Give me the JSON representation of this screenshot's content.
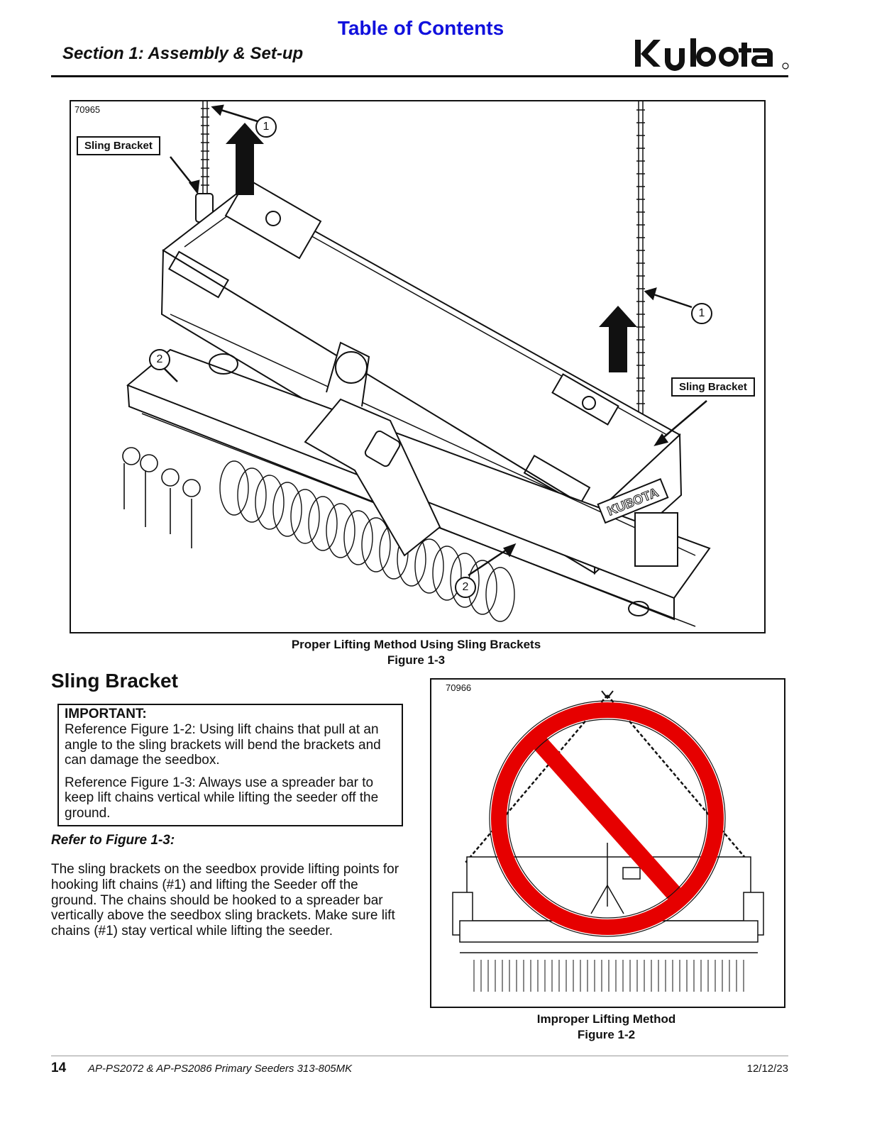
{
  "header": {
    "toc_link": "Table of Contents",
    "section_title": "Section 1: Assembly & Set-up",
    "brand": "Kubota"
  },
  "figure_top": {
    "number": "70965",
    "labels": {
      "sling_bracket_left": "Sling Bracket",
      "sling_bracket_right": "Sling Bracket"
    },
    "callouts": [
      "1",
      "1",
      "2",
      "2"
    ],
    "machine_brand_text": "KUBOTA",
    "caption_line1": "Proper Lifting Method Using Sling Brackets",
    "caption_line2": "Figure 1-3"
  },
  "section": {
    "heading": "Sling Bracket",
    "important_label": "IMPORTANT:",
    "important_p1": "Reference Figure 1-2: Using lift chains that pull at an angle to the sling brackets will bend the brackets and can damage the seedbox.",
    "important_p2": "Reference Figure 1-3: Always use a spreader bar to keep lift chains vertical while lifting the seeder off the ground.",
    "refer": "Refer to Figure 1-3:",
    "body": "The sling brackets on the seedbox provide lifting points for hooking lift chains (#1) and lifting the Seeder off the ground. The chains should be hooked to a spreader bar vertically above the seedbox sling brackets. Make sure lift chains (#1) stay vertical while lifting the seeder."
  },
  "figure_bottom": {
    "number": "70966",
    "caption_line1": "Improper Lifting Method",
    "caption_line2": "Figure 1-2",
    "prohibition_color": "#e60000"
  },
  "footer": {
    "page": "14",
    "doc_title": "AP-PS2072 & AP-PS2086 Primary Seeders 313-805MK",
    "date": "12/12/23"
  }
}
